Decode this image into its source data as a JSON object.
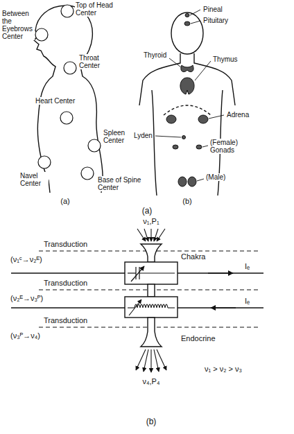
{
  "diagram": {
    "labels": [
      "Top of Head Center",
      "Between the Eyebrows Center",
      "Throat Center",
      "Heart Center",
      "Spleen Center",
      "Navel Center",
      "Base of Spine Center",
      "(a)",
      "Pineal",
      "Pituitary",
      "Thyroid",
      "Thymus",
      "Adrena",
      "Lyden",
      "(Female) Gonads",
      "(Male)",
      "(b)",
      "(a)",
      "ν₁,P₁",
      "Transduction",
      "(ν₁ᶜ→ν₂ᴱ)",
      "Chakra",
      "Iₑ",
      "Transduction",
      "(ν₂ᴱ→ν₃ᴾ)",
      "Iₑ",
      "Transduction",
      "(ν₃ᴾ→ν₄)",
      "Endocrine",
      "ν₄,P₄",
      "ν₁ > ν₂ > ν₃",
      "(b)"
    ]
  }
}
